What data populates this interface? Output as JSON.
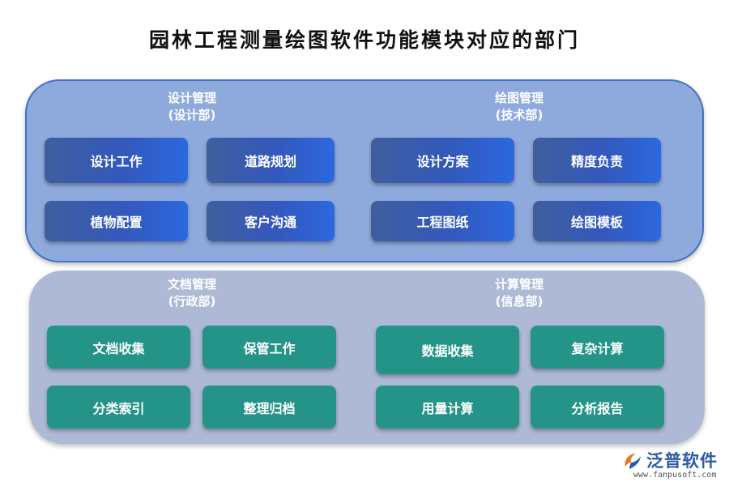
{
  "title": "园林工程测量绘图软件功能模块对应的部门",
  "groups": [
    {
      "label_line1": "设计管理",
      "label_line2": "(设计部)",
      "modules": [
        "设计工作",
        "道路规划",
        "植物配置",
        "客户沟通"
      ]
    },
    {
      "label_line1": "绘图管理",
      "label_line2": "(技术部)",
      "modules": [
        "设计方案",
        "精度负责",
        "工程图纸",
        "绘图模板"
      ]
    },
    {
      "label_line1": "文档管理",
      "label_line2": "(行政部)",
      "modules": [
        "文档收集",
        "保管工作",
        "分类索引",
        "整理归档"
      ]
    },
    {
      "label_line1": "计算管理",
      "label_line2": "(信息部)",
      "modules": [
        "数据收集",
        "复杂计算",
        "用量计算",
        "分析报告"
      ]
    }
  ],
  "colors": {
    "top_panel": "#8eaadc",
    "bottom_panel": "#adb9d5",
    "blue_box": "#3358bd",
    "teal_box": "#239487"
  },
  "logo": {
    "name": "泛普软件",
    "url": "www.fanpusoft.com",
    "icon": "fanpu-logo-icon"
  }
}
